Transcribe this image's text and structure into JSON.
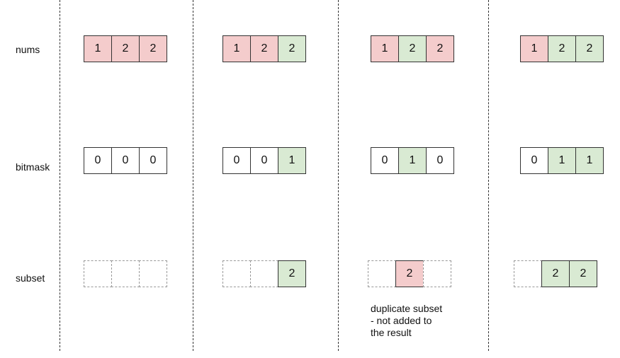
{
  "labels": {
    "nums": "nums",
    "bitmask": "bitmask",
    "subset": "subset"
  },
  "colors": {
    "pink": "#f4cccc",
    "green": "#d9ead3",
    "border": "#333333",
    "dashed_border": "#999999"
  },
  "columns": [
    {
      "nums": [
        {
          "v": "1",
          "c": "pink"
        },
        {
          "v": "2",
          "c": "pink"
        },
        {
          "v": "2",
          "c": "pink"
        }
      ],
      "bitmask": [
        {
          "v": "0",
          "c": "white"
        },
        {
          "v": "0",
          "c": "white"
        },
        {
          "v": "0",
          "c": "white"
        }
      ],
      "subset": [
        {
          "v": "",
          "c": "dashed"
        },
        {
          "v": "",
          "c": "dashed"
        },
        {
          "v": "",
          "c": "dashed"
        }
      ]
    },
    {
      "nums": [
        {
          "v": "1",
          "c": "pink"
        },
        {
          "v": "2",
          "c": "pink"
        },
        {
          "v": "2",
          "c": "green"
        }
      ],
      "bitmask": [
        {
          "v": "0",
          "c": "white"
        },
        {
          "v": "0",
          "c": "white"
        },
        {
          "v": "1",
          "c": "green"
        }
      ],
      "subset": [
        {
          "v": "",
          "c": "dashed"
        },
        {
          "v": "",
          "c": "dashed"
        },
        {
          "v": "2",
          "c": "green"
        }
      ]
    },
    {
      "nums": [
        {
          "v": "1",
          "c": "pink"
        },
        {
          "v": "2",
          "c": "green"
        },
        {
          "v": "2",
          "c": "pink"
        }
      ],
      "bitmask": [
        {
          "v": "0",
          "c": "white"
        },
        {
          "v": "1",
          "c": "green"
        },
        {
          "v": "0",
          "c": "white"
        }
      ],
      "subset": [
        {
          "v": "",
          "c": "dashed"
        },
        {
          "v": "2",
          "c": "pink"
        },
        {
          "v": "",
          "c": "dashed"
        }
      ]
    },
    {
      "nums": [
        {
          "v": "1",
          "c": "pink"
        },
        {
          "v": "2",
          "c": "green"
        },
        {
          "v": "2",
          "c": "green"
        }
      ],
      "bitmask": [
        {
          "v": "0",
          "c": "white"
        },
        {
          "v": "1",
          "c": "green"
        },
        {
          "v": "1",
          "c": "green"
        }
      ],
      "subset": [
        {
          "v": "",
          "c": "dashed"
        },
        {
          "v": "2",
          "c": "green"
        },
        {
          "v": "2",
          "c": "green"
        }
      ]
    }
  ],
  "note": [
    "duplicate subset",
    "- not added to",
    "the result"
  ]
}
